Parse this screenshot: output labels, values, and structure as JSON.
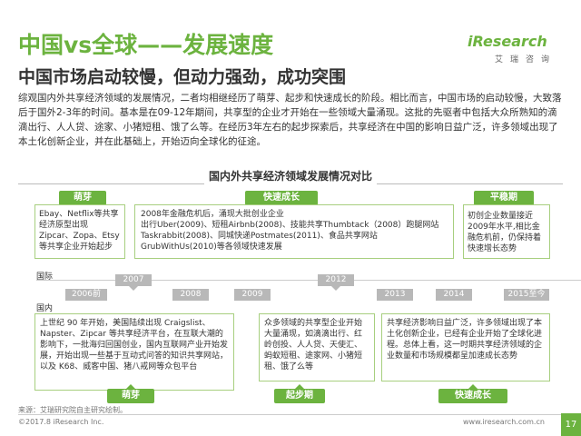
{
  "header": {
    "title": "中国vs全球——发展速度",
    "subtitle": "中国市场启动较慢，但动力强劲，成功突围",
    "logo_main": "iResearch",
    "logo_sub": "艾瑞咨询"
  },
  "intro": "综观国内外共享经济领域的发展情况，二者均相继经历了萌芽、起步和快速成长的阶段。相比而言，中国市场的启动较慢，大致落后于国外2-3年的时间。基本是在09-12年期间，共享型的企业才开始在一些领域大量涌现。这批的先驱者中包括大众所熟知的滴滴出行、人人贷、途家、小猪短租、饿了么等。在经历3年左右的起步探索后，共享经济在中国的影响日益广泛，许多领域出现了本土化创新企业，并在此基础上，开始迈向全球化的征途。",
  "section_title": "国内外共享经济领域发展情况对比",
  "intl": {
    "label": "国际",
    "stages": [
      {
        "tag": "萌芽",
        "text": "Ebay、Netflix等共享经济原型出现\nZipcar、Zopa、Etsy等共享企业开始起步"
      },
      {
        "tag": "快速成长",
        "text": "2008年金融危机后，涌现大批创业企业\n出行Uber(2009)、短租Airbnb(2008)、技能共享Thumbtack（2008）跑腿网站Taskrabbit(2008)、同城快递Postmates(2011)、食品共享网站GrubWithUs(2010)等各领域快速发展"
      },
      {
        "tag": "平稳期",
        "text": "初创企业数量接近2009年水平,相比金融危机前，仍保持着快速增长态势"
      }
    ]
  },
  "years": [
    "2006前",
    "2007",
    "2008",
    "2009",
    "2012",
    "2013",
    "2014",
    "2015至今"
  ],
  "domestic": {
    "label": "国内",
    "stages": [
      {
        "tag": "萌芽",
        "text": "上世纪 90 年开始，美国陆续出现 Craigslist、Napster、Zipcar 等共享经济平台，在互联大潮的影响下，一批海归回国创业，国内互联网产业开始发展，开始出现一些基于互动式问答的知识共享网站，以及 K68、威客中国、猪八戒网等众包平台"
      },
      {
        "tag": "起步期",
        "text": "众多领域的共享型企业开始大量涌现，如滴滴出行、红岭创投、人人贷、天使汇、蚂蚁短租、途家网、小猪短租、饿了么等"
      },
      {
        "tag": "快速成长",
        "text": "共享经济影响日益广泛，许多领域出现了本土化创新企业，已经有企业开始了全球化进程。总体上看，这一时期共享经济领域的企业数量和市场规模都呈加速成长态势"
      }
    ]
  },
  "footer": {
    "source": "来源：艾瑞研究院自主研究绘制。",
    "copyright": "©2017.8 iResearch Inc.",
    "url": "www.iresearch.com.cn",
    "page": "17"
  },
  "colors": {
    "accent": "#6cb33f",
    "year_gray": "#b8b8b8",
    "box_border": "#a7cf7f"
  }
}
